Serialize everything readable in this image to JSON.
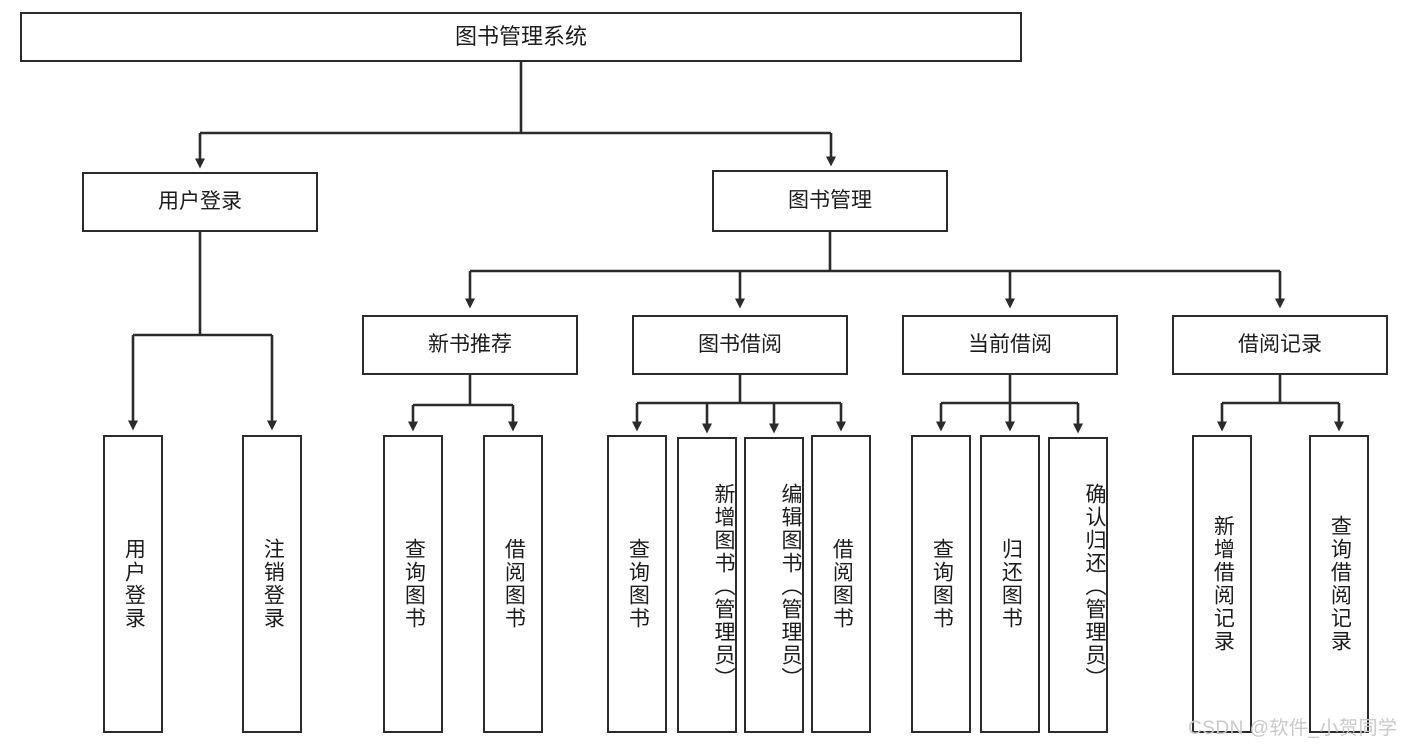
{
  "diagram": {
    "title": "图书管理系统",
    "type": "hierarchy-tree",
    "root": {
      "label": "图书管理系统"
    },
    "level2": [
      {
        "label": "用户登录"
      },
      {
        "label": "图书管理"
      }
    ],
    "level3": [
      {
        "label": "新书推荐"
      },
      {
        "label": "图书借阅"
      },
      {
        "label": "当前借阅"
      },
      {
        "label": "借阅记录"
      }
    ],
    "leaves": {
      "user_login": [
        {
          "label": "用户登录"
        },
        {
          "label": "注销登录"
        }
      ],
      "new_book_recommend": [
        {
          "label": "查询图书"
        },
        {
          "label": "借阅图书"
        }
      ],
      "book_borrow": [
        {
          "label": "查询图书"
        },
        {
          "label": "新增图书（管理员）"
        },
        {
          "label": "编辑图书（管理员）"
        },
        {
          "label": "借阅图书"
        }
      ],
      "current_borrow": [
        {
          "label": "查询图书"
        },
        {
          "label": "归还图书"
        },
        {
          "label": "确认归还（管理员）"
        }
      ],
      "borrow_record": [
        {
          "label": "新增借阅记录"
        },
        {
          "label": "查询借阅记录"
        }
      ]
    }
  },
  "watermark": {
    "text": "CSDN @软件_小贺同学"
  },
  "colors": {
    "border": "#2b2b2b",
    "background": "#ffffff",
    "text": "#1c1c1c",
    "watermark": "#c9c9c9"
  }
}
